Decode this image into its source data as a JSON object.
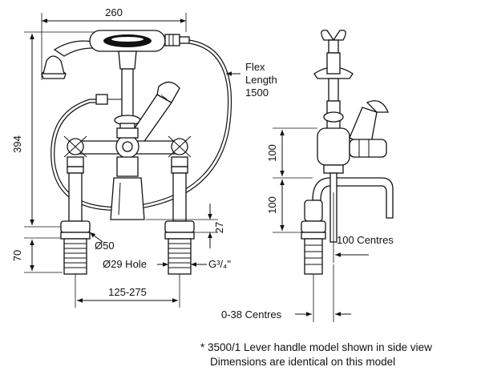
{
  "dimensions": {
    "width_top": "260",
    "height_total": "394",
    "flex_line1": "Flex",
    "flex_line2": "Length",
    "flex_line3": "1500",
    "side_upper": "100",
    "side_lower": "100",
    "spout_drop": "27",
    "base_height": "70",
    "collar_diameter": "Ø50",
    "hole_diameter": "Ø29 Hole",
    "thread": "G³/₄\"",
    "centres_range": "125-275",
    "side_centres": "100 Centres",
    "side_offset": "0-38 Centres"
  },
  "notes": {
    "line1": "* 3500/1 Lever handle model shown in side view",
    "line2": "Dimensions are identical on this model"
  }
}
